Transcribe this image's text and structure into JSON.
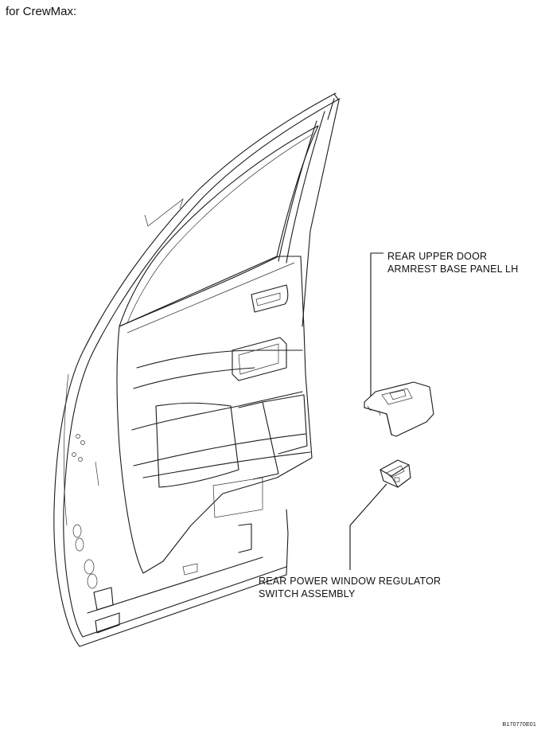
{
  "caption": "for CrewMax:",
  "callouts": {
    "armrest_panel": [
      "REAR UPPER DOOR",
      "ARMREST BASE PANEL LH"
    ],
    "window_switch": [
      "REAR POWER WINDOW REGULATOR",
      "SWITCH ASSEMBLY"
    ]
  },
  "figure_id": "B170770E01"
}
